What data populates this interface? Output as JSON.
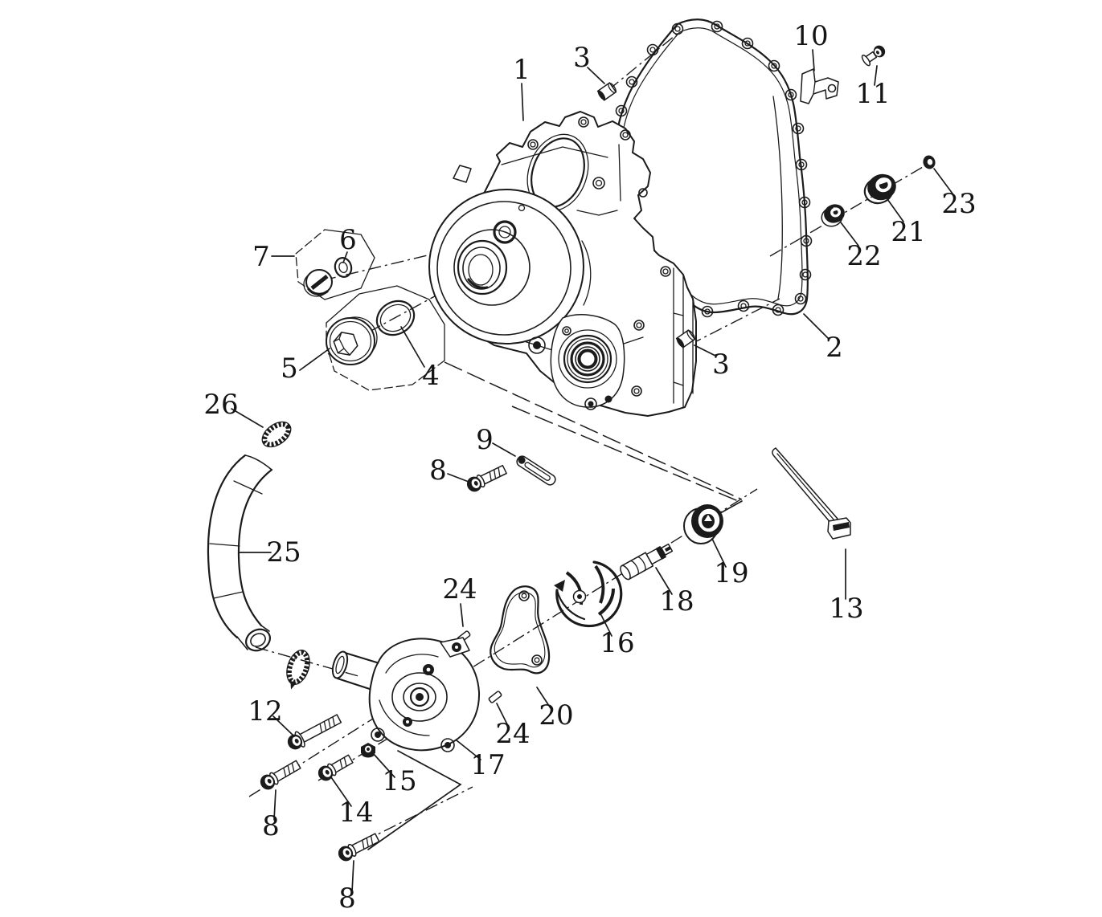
{
  "figure": {
    "colors": {
      "background": "#ffffff",
      "ink": "#1b1b1b"
    }
  },
  "callouts": {
    "n1": {
      "text": "1"
    },
    "n3a": {
      "text": "3"
    },
    "n10": {
      "text": "10"
    },
    "n11": {
      "text": "11"
    },
    "n23": {
      "text": "23"
    },
    "n21": {
      "text": "21"
    },
    "n22": {
      "text": "22"
    },
    "n2": {
      "text": "2"
    },
    "n3b": {
      "text": "3"
    },
    "n7": {
      "text": "7"
    },
    "n6": {
      "text": "6"
    },
    "n5": {
      "text": "5"
    },
    "n4": {
      "text": "4"
    },
    "n26": {
      "text": "26"
    },
    "n9": {
      "text": "9"
    },
    "n8a": {
      "text": "8"
    },
    "n25": {
      "text": "25"
    },
    "n19": {
      "text": "19"
    },
    "n18": {
      "text": "18"
    },
    "n16": {
      "text": "16"
    },
    "n13": {
      "text": "13"
    },
    "n24a": {
      "text": "24"
    },
    "n20": {
      "text": "20"
    },
    "n24b": {
      "text": "24"
    },
    "n17": {
      "text": "17"
    },
    "n12": {
      "text": "12"
    },
    "n15": {
      "text": "15"
    },
    "n14": {
      "text": "14"
    },
    "n8b": {
      "text": "8"
    },
    "n8c": {
      "text": "8"
    }
  }
}
